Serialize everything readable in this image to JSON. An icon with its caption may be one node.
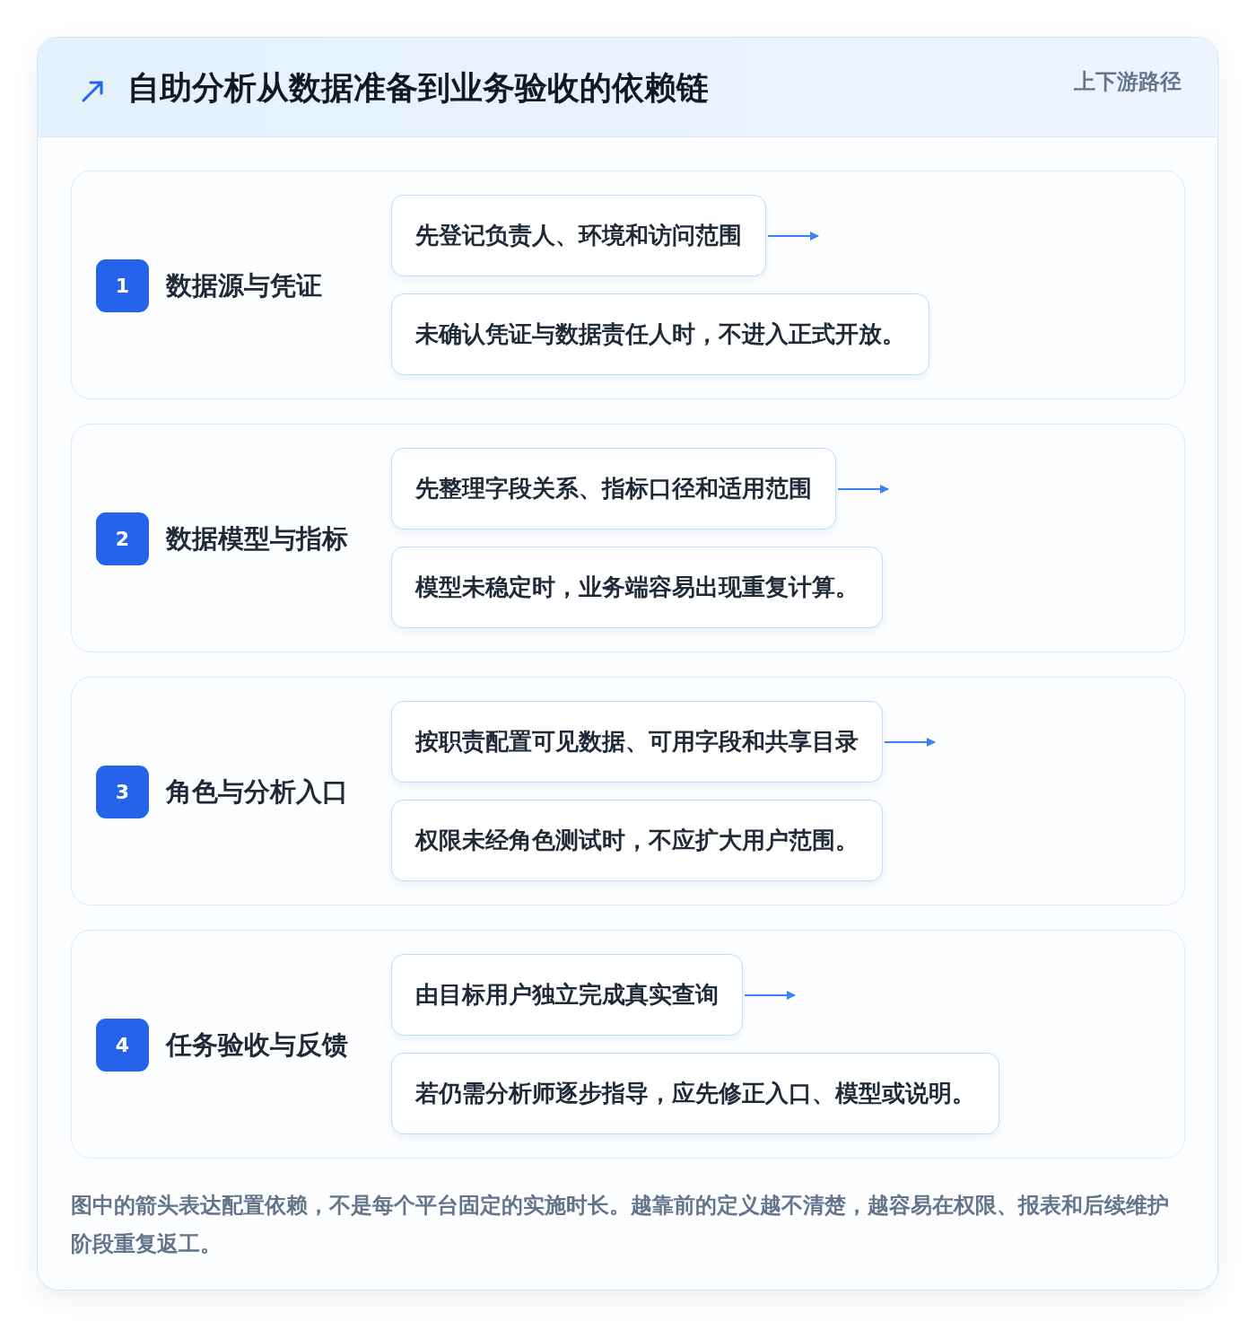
{
  "diagram": {
    "title": "自助分析从数据准备到业务验收的依赖链",
    "caption": "图中的箭头表达配置依赖，不是每个平台固定的实施时长。越靠前的定义越不清楚，越容易在权限、报表和后续维护阶段重复返工。",
    "labels": [
      "上下游路径"
    ],
    "nodes": [
      {
        "text": [
          "数据源与凭证"
        ]
      },
      {
        "text": [
          "1"
        ],
        "in": 0
      },
      {
        "text": [
          "先登记负责人、环境和访问范围"
        ],
        "in": 0
      },
      {
        "text": [
          "未确认凭证与数据责任人时，不进入正式开放。"
        ],
        "in": 0
      },
      {
        "text": [
          "数据模型与指标"
        ]
      },
      {
        "text": [
          "2"
        ],
        "in": 4
      },
      {
        "text": [
          "先整理字段关系、指标口径和适用范围"
        ],
        "in": 4
      },
      {
        "text": [
          "模型未稳定时，业务端容易出现重复计算。"
        ],
        "in": 4
      },
      {
        "text": [
          "角色与分析入口"
        ]
      },
      {
        "text": [
          "3"
        ],
        "in": 8
      },
      {
        "text": [
          "按职责配置可见数据、可用字段和共享目录"
        ],
        "in": 8
      },
      {
        "text": [
          "权限未经角色测试时，不应扩大用户范围。"
        ],
        "in": 8
      },
      {
        "text": [
          "任务验收与反馈"
        ]
      },
      {
        "text": [
          "4"
        ],
        "in": 12
      },
      {
        "text": [
          "由目标用户独立完成真实查询"
        ],
        "in": 12
      },
      {
        "text": [
          "若仍需分析师逐步指导，应先修正入口、模型或说明。"
        ],
        "in": 12
      }
    ],
    "edges": [
      {
        "from": 2,
        "to": null,
        "arrow": "to"
      },
      {
        "from": 6,
        "to": null,
        "arrow": "to"
      },
      {
        "from": 10,
        "to": null,
        "arrow": "to"
      },
      {
        "from": 14,
        "to": null,
        "arrow": "to"
      }
    ]
  }
}
